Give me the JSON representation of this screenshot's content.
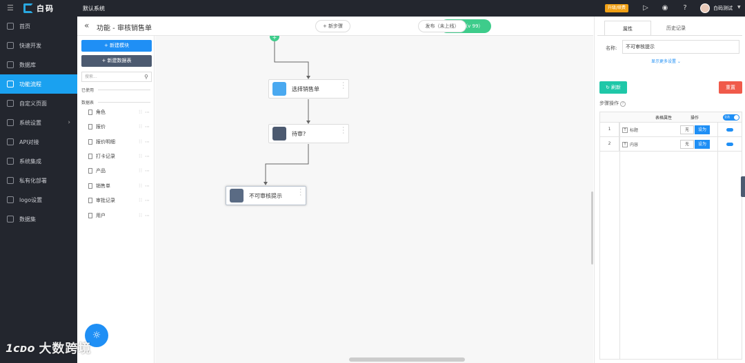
{
  "topbar": {
    "menu_icon": "menu-icon",
    "brand": "白码",
    "system_name": "默认系统",
    "upgrade_label": "升级/续费",
    "icons": [
      "play-circle-icon",
      "robot-icon",
      "question-icon"
    ],
    "user_name": "白码测试",
    "user_caret": "▼"
  },
  "nav": {
    "items": [
      {
        "label": "首页",
        "icon": "home-icon"
      },
      {
        "label": "快速开发",
        "icon": "cube-icon"
      },
      {
        "label": "数据库",
        "icon": "database-icon"
      },
      {
        "label": "功能流程",
        "icon": "flow-icon",
        "active": true
      },
      {
        "label": "自定义页面",
        "icon": "page-icon"
      },
      {
        "label": "系统设置",
        "icon": "settings-icon",
        "has_submenu": true
      },
      {
        "label": "API对接",
        "icon": "api-icon"
      },
      {
        "label": "系统集成",
        "icon": "integration-icon"
      },
      {
        "label": "私有化部署",
        "icon": "server-icon"
      },
      {
        "label": "logo设置",
        "icon": "logo-icon"
      },
      {
        "label": "数据集",
        "icon": "dataset-icon"
      }
    ]
  },
  "header": {
    "back_icon": "«",
    "title": "功能 - 审核销售单",
    "new_step": "+ 新步骤",
    "test": "▷ 测试（v 99）",
    "publish": "发布（未上线）"
  },
  "modules": {
    "new_module": "+ 新建模块",
    "new_table": "+ 新建数据表",
    "search_placeholder": "搜索...",
    "used_label": "已使用",
    "tables_label": "数据表",
    "tables": [
      "角色",
      "报价",
      "报价明细",
      "打卡记录",
      "产品",
      "销售单",
      "审批记录",
      "用户"
    ]
  },
  "canvas": {
    "start": "+",
    "nodes": [
      {
        "label": "选择销售单",
        "icon_color": "#4aa9f0",
        "icon": "select-record-icon"
      },
      {
        "label": "待审?",
        "icon_color": "#4c5a70",
        "icon": "condition-icon"
      },
      {
        "label": "不可审核提示",
        "icon_color": "#5a6b84",
        "icon": "notice-icon"
      }
    ]
  },
  "rightpanel": {
    "tabs": [
      "属性",
      "历史记录"
    ],
    "name_label": "名称:",
    "name_value": "不可审核提示",
    "more_settings": "显示更多设置 ⌄",
    "refresh": "↻ 刷新",
    "reset": "重置",
    "steps_label": "步骤操作",
    "col_field": "表格属性",
    "col_action": "操作",
    "toggle_all": "全选",
    "rows": [
      {
        "index": "1",
        "field": "标题",
        "none": "无",
        "set": "设为"
      },
      {
        "index": "2",
        "field": "内容",
        "none": "无",
        "set": "设为"
      }
    ]
  },
  "watermark": {
    "num": "1ᴄᴅᴏ",
    "text": "大数跨境"
  }
}
